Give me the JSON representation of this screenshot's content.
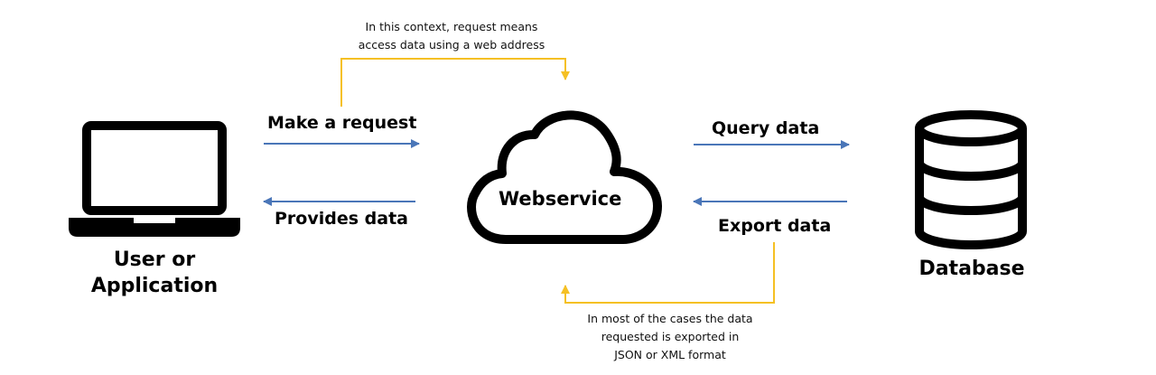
{
  "notes": {
    "top_line1": "In this context, request means",
    "top_line2": "access data using a web address",
    "bottom_line1": "In most of the cases the data",
    "bottom_line2": "requested is exported in",
    "bottom_line3": "JSON or XML format"
  },
  "arrows": {
    "make_request": "Make a request",
    "provides_data": "Provides data",
    "query_data": "Query data",
    "export_data": "Export data"
  },
  "nodes": {
    "user_line1": "User or",
    "user_line2": "Application",
    "webservice": "Webservice",
    "database": "Database"
  },
  "colors": {
    "arrow_blue": "#4a76b8",
    "connector_yellow": "#f5c024",
    "icon_black": "#000000"
  },
  "icons": {
    "user": "laptop-icon",
    "service": "cloud-icon",
    "store": "database-icon"
  }
}
